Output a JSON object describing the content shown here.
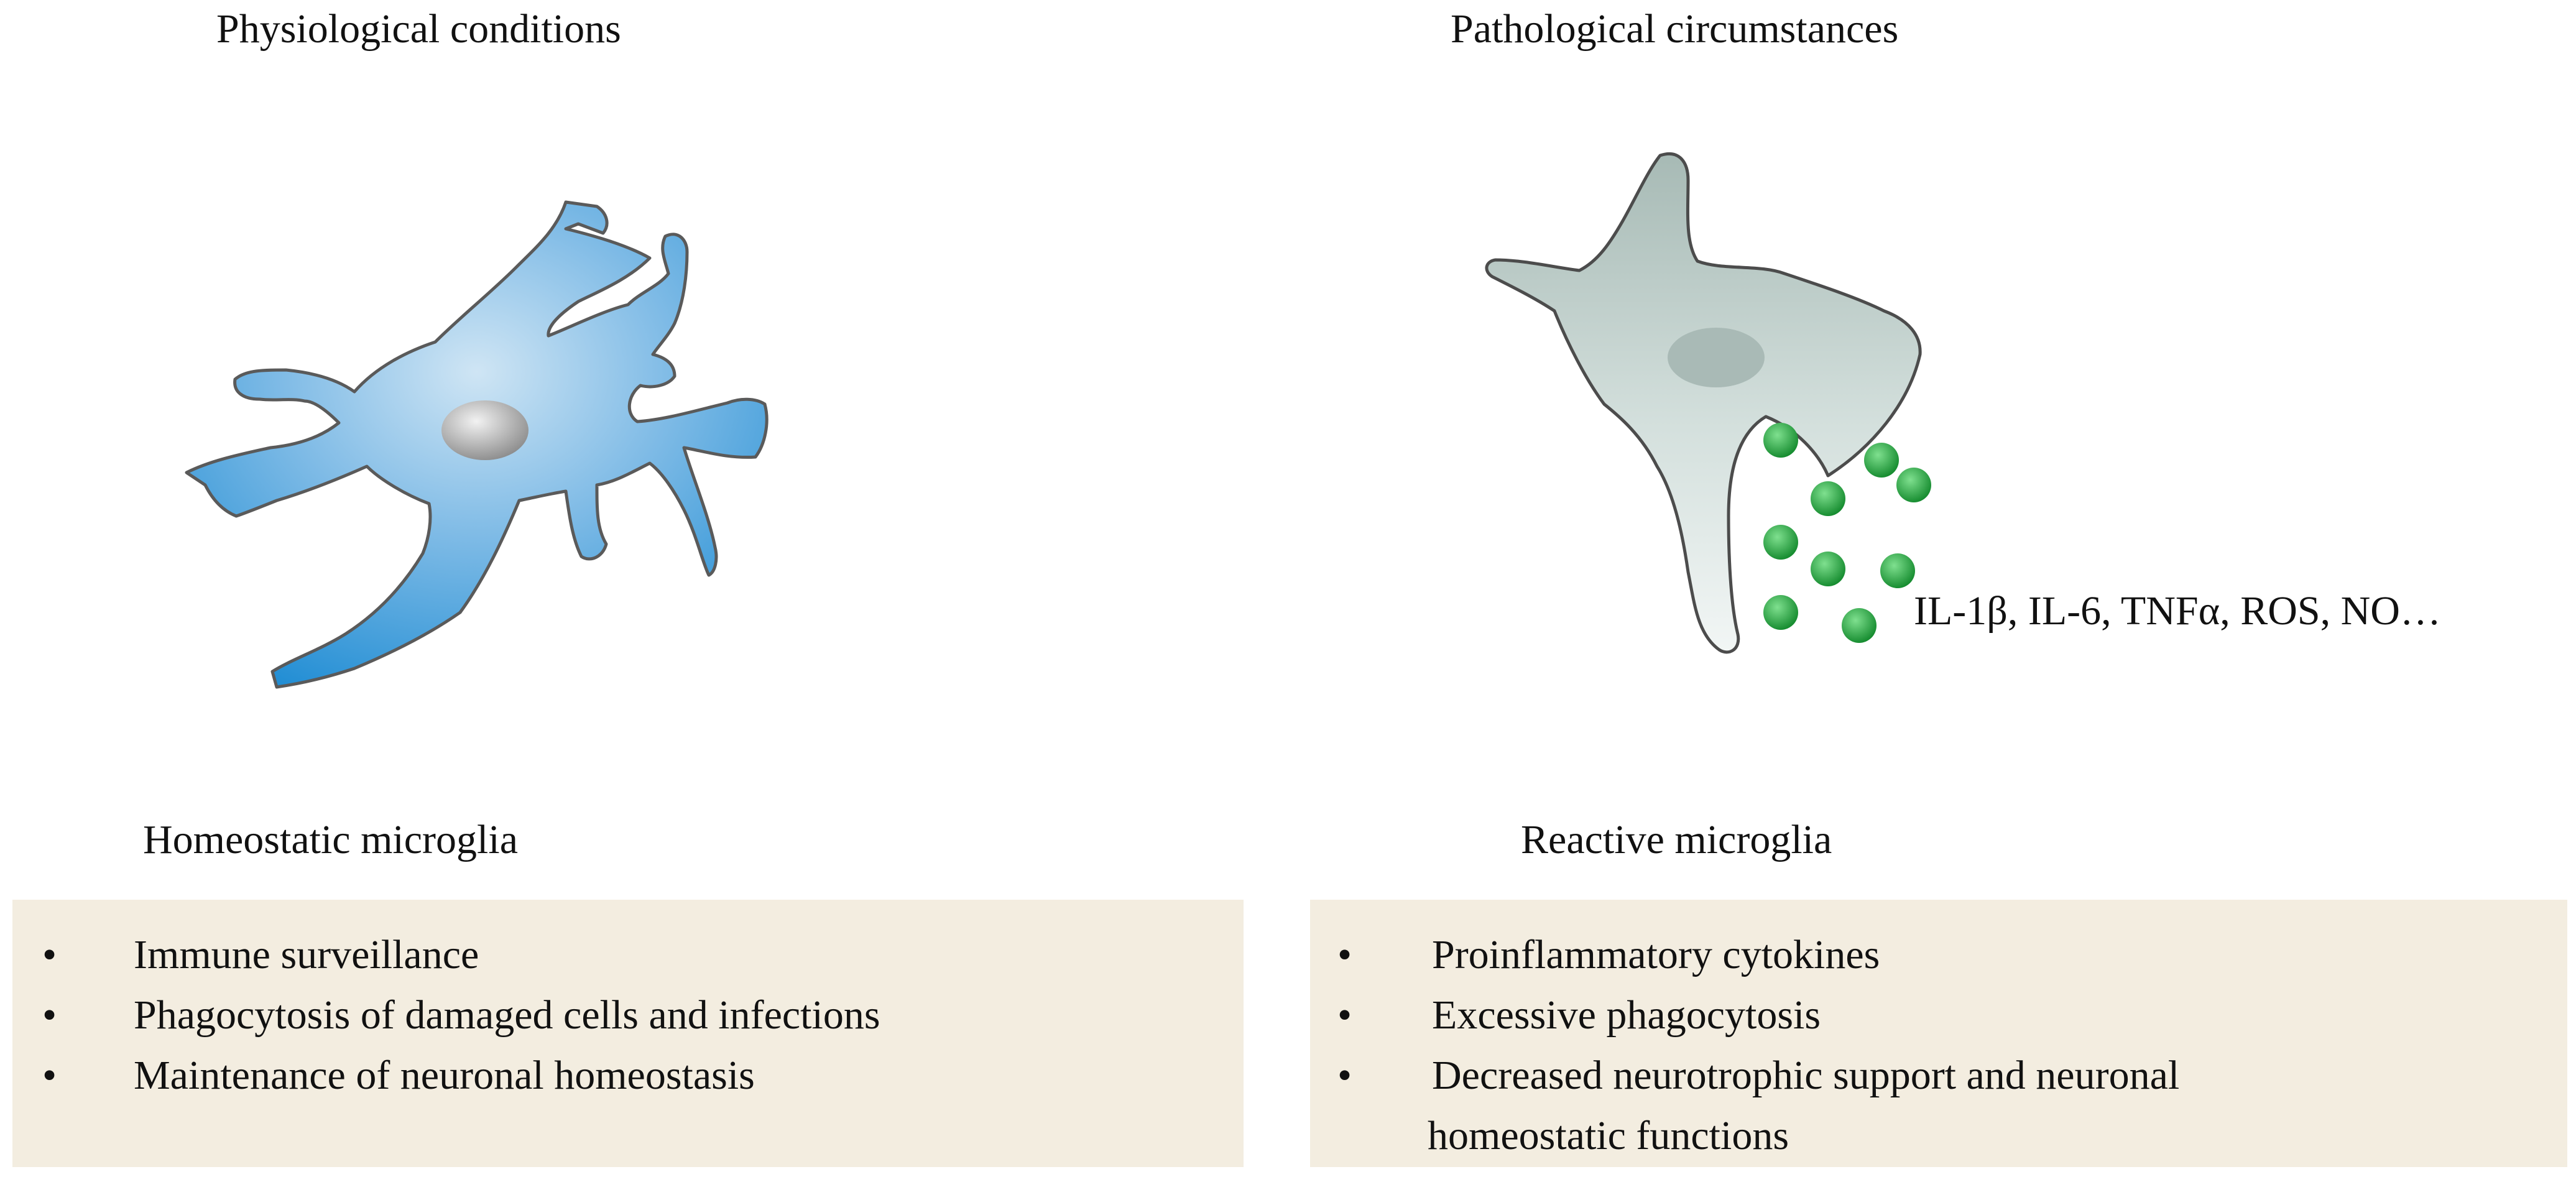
{
  "left": {
    "heading": "Physiological conditions",
    "caption": "Homeostatic microglia",
    "bullets": [
      "Immune surveillance",
      "Phagocytosis of damaged cells and infections",
      "Maintenance of neuronal homeostasis"
    ],
    "colors": {
      "cell_light": "#c9e1f2",
      "cell_dark": "#1f8fd6",
      "nucleus": "#9a9a9a"
    }
  },
  "right": {
    "heading": "Pathological circumstances",
    "caption": "Reactive microglia",
    "cytokines": "IL-1β,  IL-6, TNFα, ROS, NO…",
    "bullets": [
      "Proinflammatory cytokines",
      "Excessive phagocytosis"
    ],
    "bullet3_line1": "Decreased neurotrophic support and neuronal",
    "bullet3_line2": "homeostatic functions",
    "colors": {
      "cell_light": "#e7eeec",
      "cell_dark": "#9cb2ad",
      "nucleus": "#a9bab6",
      "granule": "#22a23a"
    }
  },
  "panel_color": "#f3ede0"
}
